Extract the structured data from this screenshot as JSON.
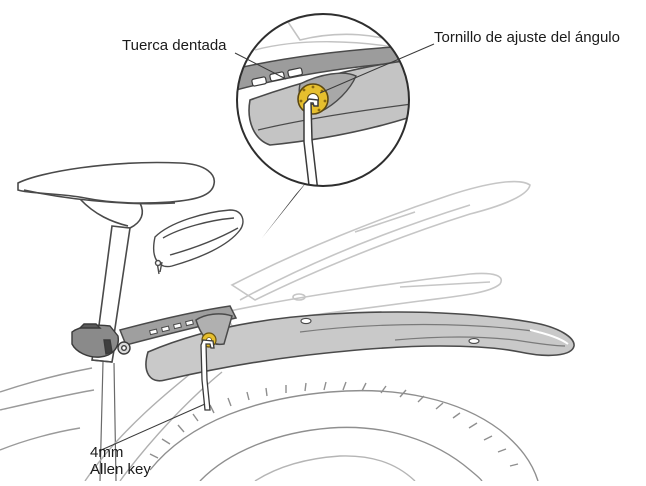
{
  "labels": {
    "serrated_nut": "Tuerca dentada",
    "angle_screw": "Tornillo de ajuste del ángulo",
    "allen_key_size": "4mm",
    "allen_key_name": "Allen key"
  },
  "colors": {
    "outline": "#4a4a4a",
    "ghost_outline": "#c4c4c4",
    "fender_fill": "#c9c9c9",
    "fender_dark": "#9d9d9d",
    "screw_gold": "#e6bf2e",
    "tire_outline": "#9a9a9a"
  },
  "icons": [
    "hex-allen-key-icon",
    "gold-screw-icon"
  ]
}
